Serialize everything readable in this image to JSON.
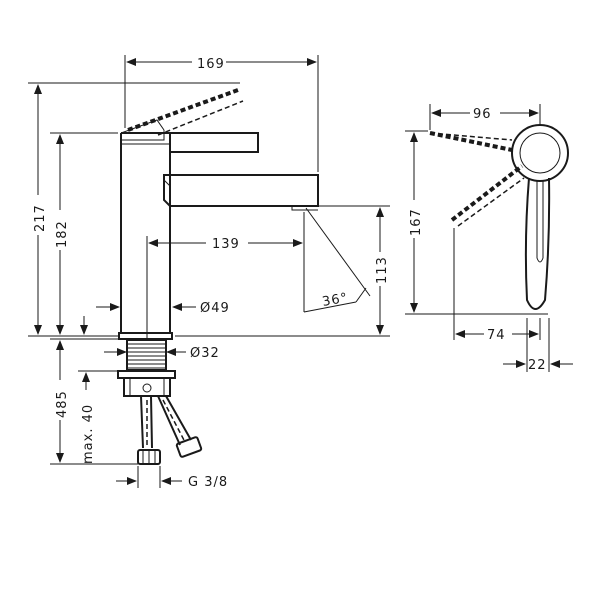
{
  "dimensions": {
    "width_top": "169",
    "height_total": "217",
    "height_handle": "182",
    "height_spout": "113",
    "reach": "139",
    "angle": "36°",
    "base_diameter": "Ø49",
    "shank_diameter": "Ø32",
    "hose_length": "485",
    "max_counter": "max. 40",
    "connection": "G 3/8",
    "side_width": "96",
    "side_height": "167",
    "side_reach": "74",
    "side_thickness": "22"
  }
}
